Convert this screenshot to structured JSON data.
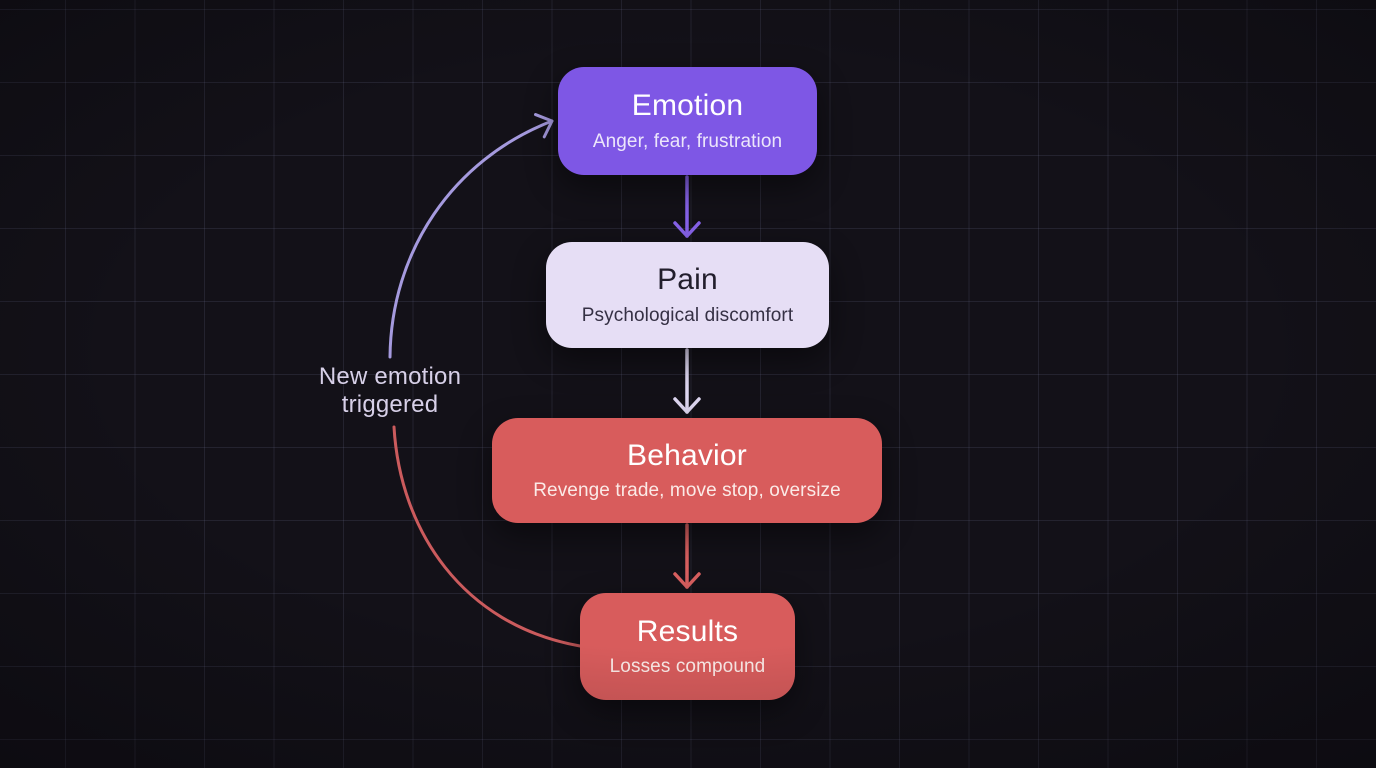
{
  "canvas": {
    "background_color": "#131118",
    "grid_line_color": "#24222f"
  },
  "diagram": {
    "nodes": [
      {
        "id": "emotion",
        "title": "Emotion",
        "subtitle": "Anger, fear, frustration",
        "fill": "#7e57e5",
        "text_color": "#ffffff"
      },
      {
        "id": "pain",
        "title": "Pain",
        "subtitle": "Psychological discomfort",
        "fill": "#e6def5",
        "text_color": "#221e2c"
      },
      {
        "id": "behavior",
        "title": "Behavior",
        "subtitle": "Revenge trade, move stop, oversize",
        "fill": "#d85c5c",
        "text_color": "#ffffff"
      },
      {
        "id": "results",
        "title": "Results",
        "subtitle": "Losses compound",
        "fill": "#d85c5c",
        "text_color": "#ffffff"
      }
    ],
    "edges": [
      {
        "from": "emotion",
        "to": "pain",
        "style": "straight-down",
        "color": "#8662e8"
      },
      {
        "from": "pain",
        "to": "behavior",
        "style": "straight-down",
        "color": "#ded7f1"
      },
      {
        "from": "behavior",
        "to": "results",
        "style": "straight-down",
        "color": "#d96060"
      },
      {
        "from": "results",
        "to": "emotion",
        "style": "curved-loop-left",
        "color_bottom": "#cb5b5d",
        "color_top": "#a59ade",
        "label": "New emotion triggered"
      }
    ],
    "loop_label": {
      "text": "New emotion triggered",
      "color": "#d7d0e8"
    }
  }
}
